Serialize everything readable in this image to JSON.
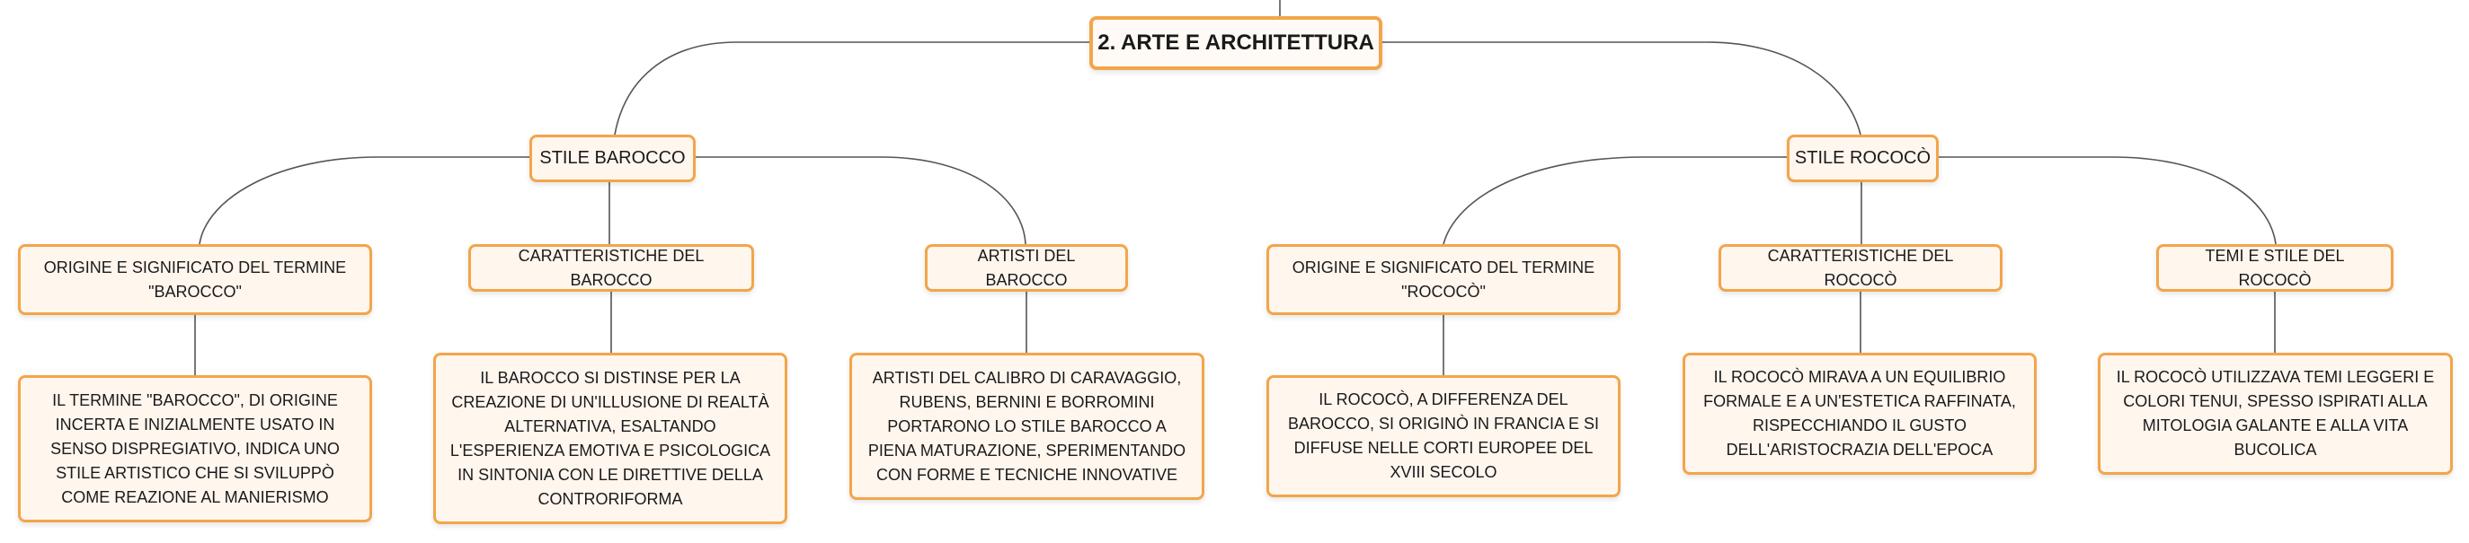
{
  "root": {
    "label": "2. ARTE E ARCHITETTURA"
  },
  "branches": [
    {
      "label": "STILE BAROCCO",
      "children": [
        {
          "label": "ORIGINE E SIGNIFICATO DEL TERMINE \"BAROCCO\"",
          "detail": "IL TERMINE \"BAROCCO\", DI ORIGINE INCERTA E INIZIALMENTE USATO IN SENSO DISPREGIATIVO, INDICA UNO STILE ARTISTICO CHE SI SVILUPPÒ COME REAZIONE AL MANIERISMO"
        },
        {
          "label": "CARATTERISTICHE DEL BAROCCO",
          "detail": "IL BAROCCO SI DISTINSE PER LA CREAZIONE DI UN'ILLUSIONE DI REALTÀ ALTERNATIVA, ESALTANDO L'ESPERIENZA EMOTIVA E PSICOLOGICA IN SINTONIA CON LE DIRETTIVE DELLA CONTRORIFORMA"
        },
        {
          "label": "ARTISTI DEL BAROCCO",
          "detail": "ARTISTI DEL CALIBRO DI CARAVAGGIO, RUBENS, BERNINI E BORROMINI PORTARONO LO STILE BAROCCO A PIENA MATURAZIONE, SPERIMENTANDO CON FORME E TECNICHE INNOVATIVE"
        }
      ]
    },
    {
      "label": "STILE ROCOCÒ",
      "children": [
        {
          "label": "ORIGINE E SIGNIFICATO DEL TERMINE \"ROCOCÒ\"",
          "detail": "IL ROCOCÒ, A DIFFERENZA DEL BAROCCO, SI ORIGINÒ IN FRANCIA E SI DIFFUSE NELLE CORTI EUROPEE DEL XVIII SECOLO"
        },
        {
          "label": "CARATTERISTICHE DEL ROCOCÒ",
          "detail": "IL ROCOCÒ MIRAVA A UN EQUILIBRIO FORMALE E A UN'ESTETICA RAFFINATA, RISPECCHIANDO IL GUSTO DELL'ARISTOCRAZIA DELL'EPOCA"
        },
        {
          "label": "TEMI E STILE DEL ROCOCÒ",
          "detail": "IL ROCOCÒ UTILIZZAVA TEMI LEGGERI E COLORI TENUI, SPESSO ISPIRATI ALLA MITOLOGIA GALANTE E ALLA VITA BUCOLICA"
        }
      ]
    }
  ],
  "colors": {
    "node_border": "#f3a54a",
    "node_fill": "#fff6ee",
    "connector": "#555555"
  }
}
